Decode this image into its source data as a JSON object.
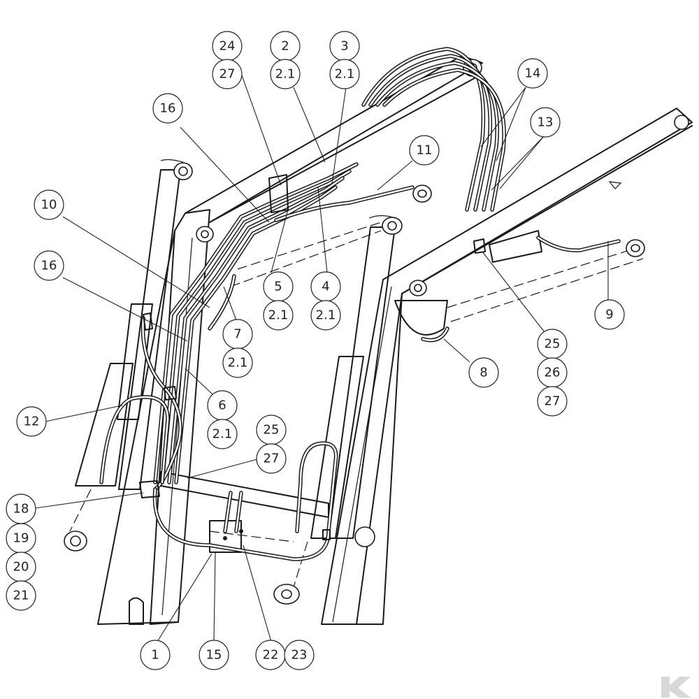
{
  "balloons": [
    "24",
    "27",
    "2",
    "2.1",
    "3",
    "2.1",
    "16",
    "14",
    "13",
    "11",
    "10",
    "16",
    "5",
    "2.1",
    "4",
    "2.1",
    "7",
    "2.1",
    "9",
    "25",
    "26",
    "27",
    "8",
    "6",
    "2.1",
    "12",
    "25",
    "27",
    "18",
    "19",
    "20",
    "21",
    "1",
    "15",
    "22",
    "23"
  ],
  "colors": {
    "line": "#1a1a1a",
    "background": "#ffffff",
    "watermark": "#d8d8d8"
  },
  "icons": {
    "corner_mark": "brand-logo-icon"
  }
}
